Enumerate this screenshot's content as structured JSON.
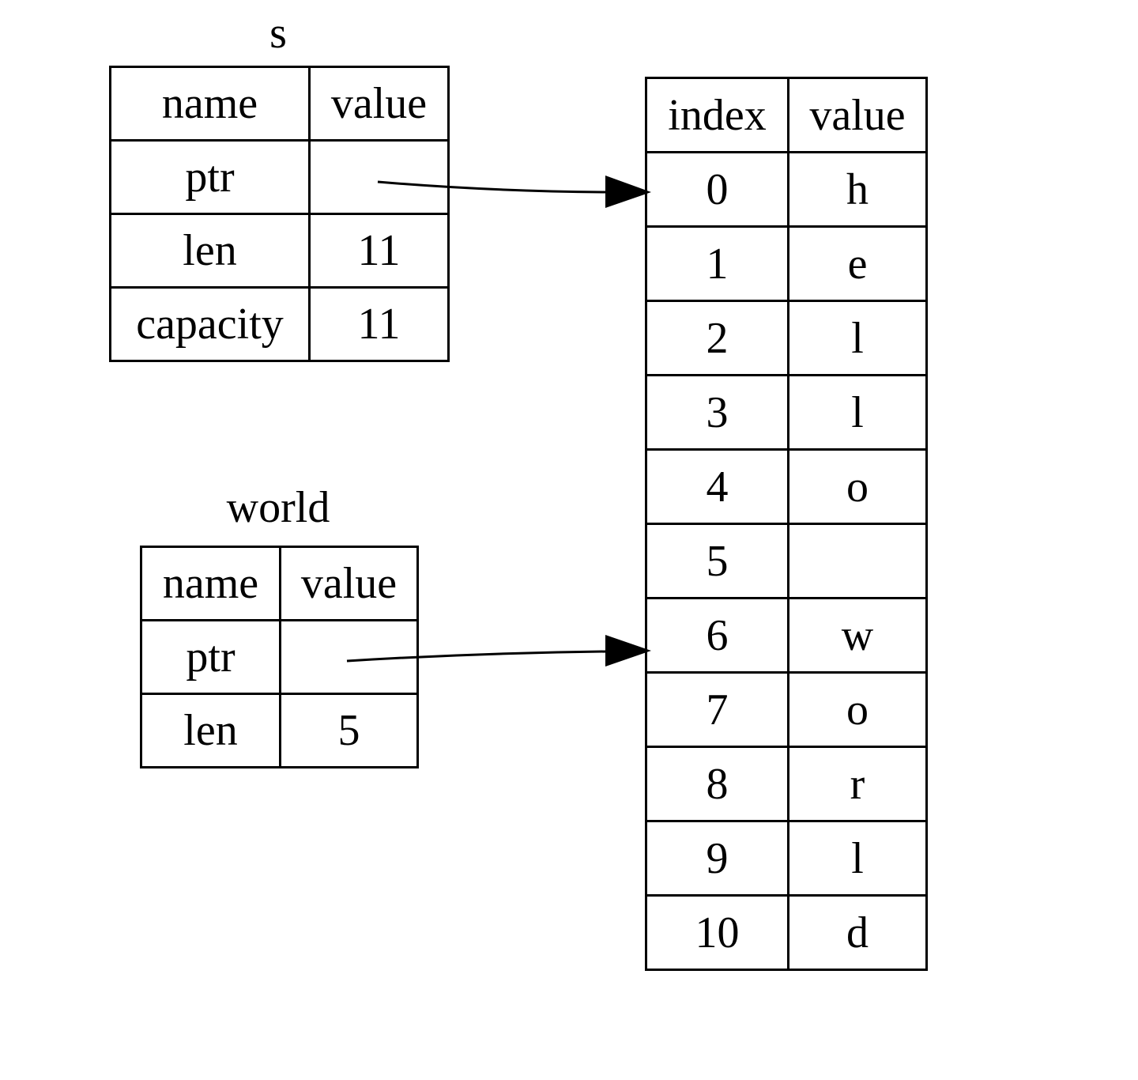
{
  "s": {
    "label": "s",
    "header": {
      "name": "name",
      "value": "value"
    },
    "rows": [
      {
        "name": "ptr",
        "value": ""
      },
      {
        "name": "len",
        "value": "11"
      },
      {
        "name": "capacity",
        "value": "11"
      }
    ]
  },
  "world": {
    "label": "world",
    "header": {
      "name": "name",
      "value": "value"
    },
    "rows": [
      {
        "name": "ptr",
        "value": ""
      },
      {
        "name": "len",
        "value": "5"
      }
    ]
  },
  "heap": {
    "header": {
      "index": "index",
      "value": "value"
    },
    "rows": [
      {
        "index": "0",
        "value": "h"
      },
      {
        "index": "1",
        "value": "e"
      },
      {
        "index": "2",
        "value": "l"
      },
      {
        "index": "3",
        "value": "l"
      },
      {
        "index": "4",
        "value": "o"
      },
      {
        "index": "5",
        "value": ""
      },
      {
        "index": "6",
        "value": "w"
      },
      {
        "index": "7",
        "value": "o"
      },
      {
        "index": "8",
        "value": "r"
      },
      {
        "index": "9",
        "value": "l"
      },
      {
        "index": "10",
        "value": "d"
      }
    ]
  },
  "pointers": [
    {
      "from": "s.ptr",
      "to_index": "0"
    },
    {
      "from": "world.ptr",
      "to_index": "6"
    }
  ]
}
